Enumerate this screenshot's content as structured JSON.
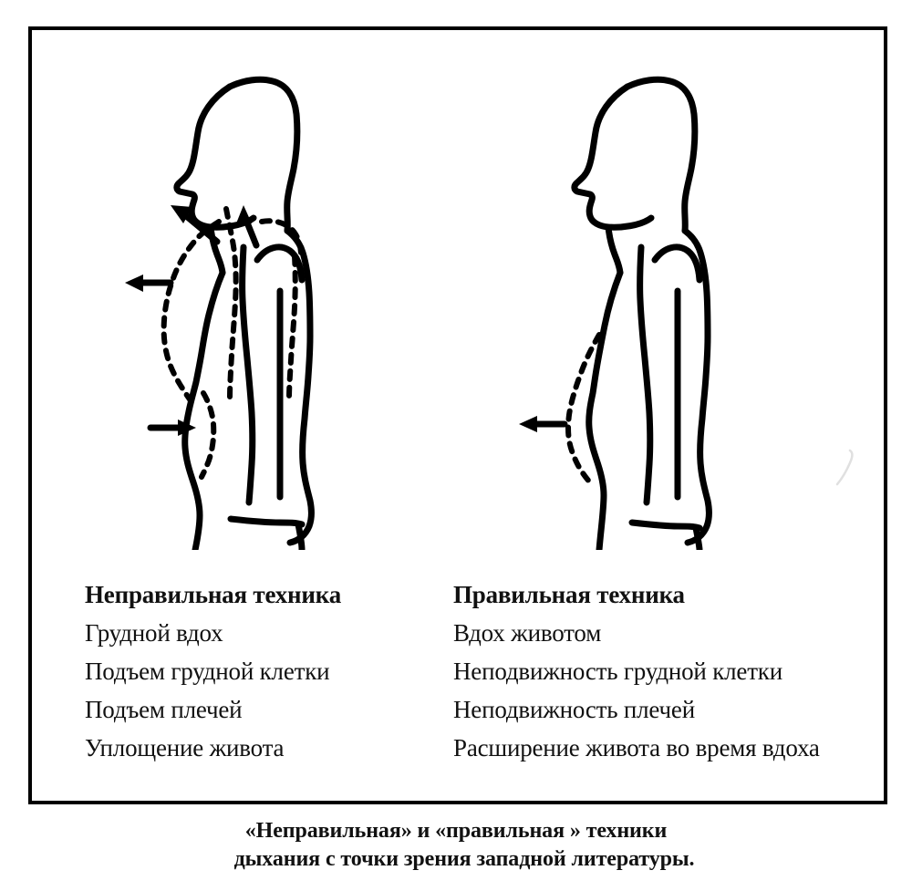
{
  "figure": {
    "frame": {
      "border_color": "#000000",
      "background": "#ffffff"
    },
    "ink_color": "#000000",
    "left_person": {
      "name": "incorrect-breathing-figure",
      "description": "Side profile of a person facing left, with dashed lines showing chest and rib cage expansion and arrows showing chest lift, chest expansion forward, and abdomen flattening inward",
      "arrows": [
        {
          "name": "shoulder-lift-arrow",
          "direction": "up"
        },
        {
          "name": "upper-chest-lift-arrow",
          "direction": "up-left"
        },
        {
          "name": "chest-expansion-arrow",
          "direction": "left"
        },
        {
          "name": "abdomen-flattening-arrow",
          "direction": "right"
        }
      ]
    },
    "right_person": {
      "name": "correct-breathing-figure",
      "description": "Side profile of a person facing left, with a dashed line showing abdominal expansion forward and a single arrow pointing outward from the belly",
      "arrows": [
        {
          "name": "abdomen-expansion-arrow",
          "direction": "left"
        }
      ]
    }
  },
  "columns": {
    "incorrect": {
      "heading": "Неправильная техника",
      "items": [
        "Грудной вдох",
        "Подъем грудной клетки",
        "Подъем плечей",
        "Уплощение живота"
      ]
    },
    "correct": {
      "heading": "Правильная техника",
      "items": [
        "Вдох животом",
        "Неподвижность грудной клетки",
        "Неподвижность плечей",
        "Расширение живота во время вдоха"
      ]
    }
  },
  "caption": {
    "line1": "«Неправильная» и «правильная » техники",
    "line2": "дыхания с точки зрения западной литературы."
  }
}
